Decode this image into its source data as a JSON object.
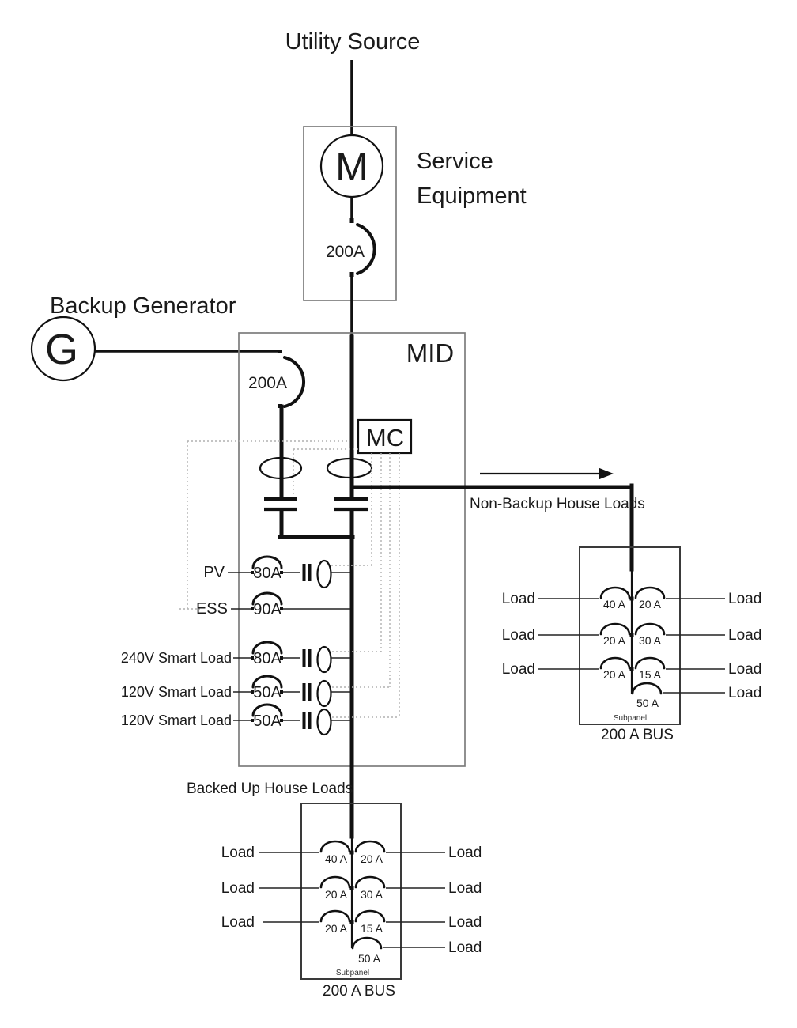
{
  "diagram": {
    "utility_label": "Utility Source",
    "service_equipment": {
      "label_line1": "Service",
      "label_line2": "Equipment",
      "meter_symbol": "M",
      "breaker_rating": "200A"
    },
    "generator": {
      "label": "Backup Generator",
      "symbol": "G",
      "breaker_rating": "200A"
    },
    "mid_label": "MID",
    "mc_label": "MC",
    "branches": {
      "pv": {
        "label": "PV",
        "breaker_rating": "80A"
      },
      "ess": {
        "label": "ESS",
        "breaker_rating": "90A"
      },
      "smart240": {
        "label": "240V Smart Load",
        "breaker_rating": "80A"
      },
      "smart120a": {
        "label": "120V Smart Load",
        "breaker_rating": "50A"
      },
      "smart120b": {
        "label": "120V Smart Load",
        "breaker_rating": "50A"
      }
    },
    "non_backup_label": "Non-Backup House Loads",
    "backed_up_label": "Backed Up House Loads",
    "load_label": "Load",
    "right_subpanel": {
      "row1_left": "40 A",
      "row1_right": "20 A",
      "row2_left": "20 A",
      "row2_right": "30 A",
      "row3_left": "20 A",
      "row3_right": "15 A",
      "row4_right": "50 A",
      "name": "Subpanel",
      "bus_label": "200 A BUS"
    },
    "bottom_subpanel": {
      "row1_left": "40 A",
      "row1_right": "20 A",
      "row2_left": "20 A",
      "row2_right": "30 A",
      "row3_left": "20 A",
      "row3_right": "15 A",
      "row4_right": "50 A",
      "name": "Subpanel",
      "bus_label": "200 A BUS"
    },
    "colors": {
      "line": "#111111",
      "panel_box": "#3a3a3a",
      "outer_box": "#7c7c7c",
      "dotted_control": "#b0b0b0"
    }
  }
}
